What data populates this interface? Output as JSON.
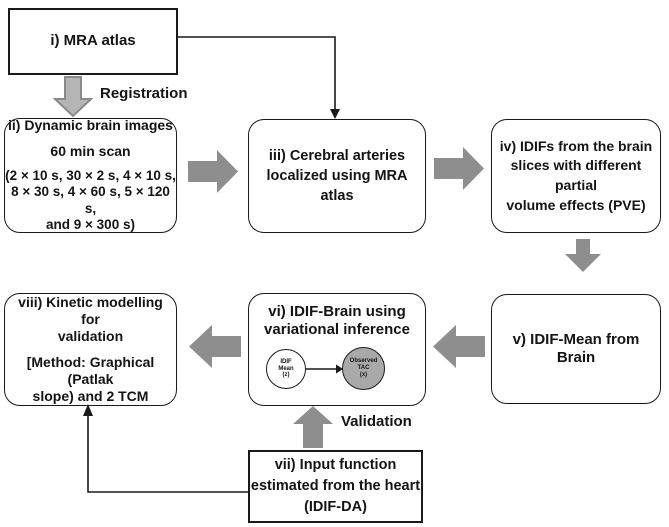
{
  "boxes": {
    "mra_atlas": {
      "label": "i) MRA atlas"
    },
    "dynamic_brain": {
      "lines": [
        "ii) Dynamic brain images",
        "60 min scan",
        "(2 × 10 s, 30 × 2 s, 4 × 10 s,",
        "8 × 30 s, 4 × 60 s, 5 × 120 s,",
        "and 9 × 300 s)"
      ]
    },
    "cerebral_arteries": {
      "lines": [
        "iii) Cerebral arteries",
        "localized using MRA atlas"
      ]
    },
    "idif_pve": {
      "lines": [
        "iv) IDIFs from the brain",
        "slices with different partial",
        "volume effects (PVE)"
      ]
    },
    "idif_mean_brain": {
      "label": "v) IDIF-Mean from Brain"
    },
    "idif_brain_variational": {
      "title_lines": [
        "vi) IDIF-Brain using",
        "variational inference"
      ],
      "latent_node": {
        "lines": [
          "IDIF",
          "Mean",
          "(z)"
        ]
      },
      "observed_node": {
        "lines": [
          "Observed",
          "TAC",
          "(x)"
        ]
      }
    },
    "kinetic_modelling": {
      "lines": [
        "viii) Kinetic modelling  for",
        "validation",
        "[Method: Graphical (Patlak",
        "slope) and 2 TCM"
      ]
    },
    "input_function": {
      "lines": [
        "vii) Input function",
        "estimated from the heart",
        "(IDIF-DA)"
      ]
    }
  },
  "labels": {
    "registration": "Registration",
    "validation": "Validation"
  },
  "colors": {
    "arrow_gray": "#8e8e8e",
    "reg_fill": "#b5b5b5",
    "reg_stroke": "#8a8a8a",
    "node_gray": "#a9a9a9",
    "line_color": "#1a1a1a"
  }
}
